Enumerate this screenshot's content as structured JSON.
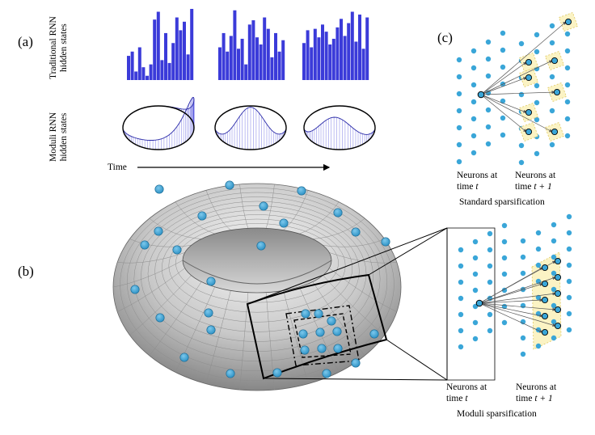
{
  "labels": {
    "panel_a": "(a)",
    "panel_b": "(b)",
    "panel_c": "(c)",
    "traditional_line1": "Traditional RNN",
    "traditional_line2": "hidden states",
    "moduli_line1": "Moduli RNN",
    "moduli_line2": "hidden states",
    "time": "Time",
    "std_left_line1": "Neurons at",
    "std_left_line2": "time",
    "std_left_var": "t",
    "std_right_line1": "Neurons at",
    "std_right_line2": "time",
    "std_right_var": "t + 1",
    "standard_caption": "Standard sparsification",
    "mod_left_line1": "Neurons at",
    "mod_left_line2": "time",
    "mod_left_var": "t",
    "mod_right_line1": "Neurons at",
    "mod_right_line2": "time",
    "mod_right_var": "t + 1",
    "moduli_caption": "Moduli sparsification"
  },
  "colors": {
    "bar": "#3b3bd9",
    "neuron": "#3aa6d8",
    "neuron_dark": "#1f6f99",
    "highlight": "#fbf3c4",
    "torus": "#bdbdbd"
  },
  "bar_groups": [
    [
      0.34,
      0.4,
      0.12,
      0.46,
      0.18,
      0.06,
      0.22,
      0.85,
      0.96,
      0.28,
      0.66,
      0.24,
      0.52,
      0.88,
      0.7,
      0.82,
      0.36,
      1.0
    ],
    [
      0.46,
      0.66,
      0.4,
      0.62,
      0.98,
      0.44,
      0.58,
      0.22,
      0.78,
      0.84,
      0.6,
      0.5,
      0.88,
      0.72,
      0.32,
      0.66,
      0.4,
      0.56
    ],
    [
      0.52,
      0.7,
      0.46,
      0.72,
      0.6,
      0.78,
      0.68,
      0.5,
      0.58,
      0.74,
      0.86,
      0.62,
      0.8,
      0.96,
      0.54,
      0.92,
      0.44,
      0.88
    ]
  ],
  "ring_densities": [
    {
      "peak_angle": 0.05,
      "peak": 1.0,
      "spread": 0.08
    },
    {
      "peak_angle": 0.25,
      "peak": 1.0,
      "spread": 0.06
    },
    {
      "peak_angle": 0.27,
      "peak": 0.7,
      "spread": 0.07
    }
  ]
}
